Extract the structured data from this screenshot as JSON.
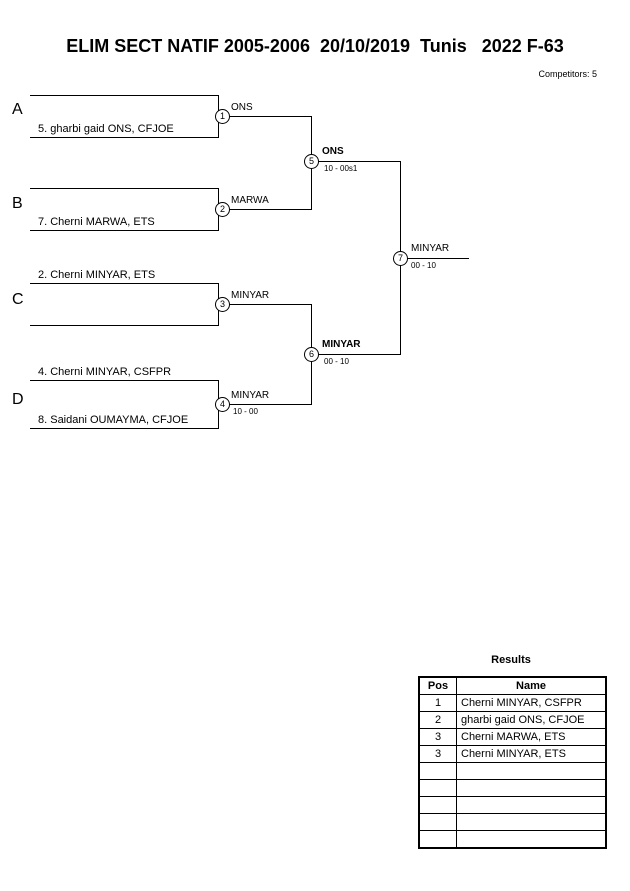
{
  "header": {
    "title": "ELIM SECT NATIF 2005-2006  20/10/2019  Tunis   2022 F-63",
    "competitors": "Competitors: 5"
  },
  "bracket": {
    "sections": [
      {
        "letter": "A"
      },
      {
        "letter": "B"
      },
      {
        "letter": "C"
      },
      {
        "letter": "D"
      }
    ],
    "round1": [
      {
        "match_no": "1",
        "top": "",
        "bottom": "5. gharbi gaid ONS, CFJOE",
        "winner": "ONS",
        "score": ""
      },
      {
        "match_no": "2",
        "top": "",
        "bottom": "7. Cherni MARWA, ETS",
        "winner": "MARWA",
        "score": ""
      },
      {
        "match_no": "3",
        "top": "2. Cherni MINYAR, ETS",
        "bottom": "",
        "winner": "MINYAR",
        "score": ""
      },
      {
        "match_no": "4",
        "top": "4. Cherni MINYAR, CSFPR",
        "bottom": "8. Saidani OUMAYMA, CFJOE",
        "winner": "MINYAR",
        "score": "10 - 00"
      }
    ],
    "round2": [
      {
        "match_no": "5",
        "winner": "ONS",
        "score": "10 - 00s1"
      },
      {
        "match_no": "6",
        "winner": "MINYAR",
        "score": "00 - 10"
      }
    ],
    "final": {
      "match_no": "7",
      "winner": "MINYAR",
      "score": "00 - 10"
    }
  },
  "results": {
    "title": "Results",
    "headers": [
      "Pos",
      "Name"
    ],
    "rows": [
      {
        "pos": "1",
        "name": "Cherni MINYAR, CSFPR"
      },
      {
        "pos": "2",
        "name": "gharbi gaid ONS, CFJOE"
      },
      {
        "pos": "3",
        "name": "Cherni MARWA, ETS"
      },
      {
        "pos": "3",
        "name": "Cherni MINYAR, ETS"
      },
      {
        "pos": "",
        "name": ""
      },
      {
        "pos": "",
        "name": ""
      },
      {
        "pos": "",
        "name": ""
      },
      {
        "pos": "",
        "name": ""
      },
      {
        "pos": "",
        "name": ""
      }
    ]
  }
}
